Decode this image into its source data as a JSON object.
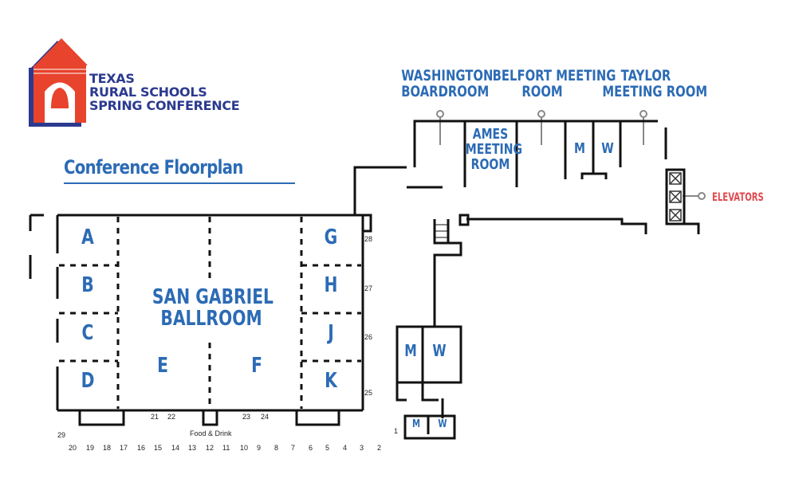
{
  "logo": {
    "lines": [
      "TEXAS",
      "RURAL SCHOOLS",
      "SPRING CONFERENCE"
    ],
    "colors": {
      "red": "#e8432c",
      "blue": "#2b3a8f"
    }
  },
  "title": "Conference Floorplan",
  "colors": {
    "room_label": "#2c6bb5",
    "elevator_label": "#e04a4f",
    "wall": "#111111"
  },
  "ballroom": {
    "name_line1": "SAN GABRIEL",
    "name_line2": "BALLROOM",
    "sections": [
      "A",
      "B",
      "C",
      "D",
      "E",
      "F",
      "G",
      "H",
      "J",
      "K"
    ]
  },
  "meeting_rooms": {
    "washington": [
      "WASHINGTON",
      "BOARDROOM"
    ],
    "belfort": [
      "BELFORT MEETING",
      "ROOM"
    ],
    "taylor": [
      "TAYLOR",
      "MEETING ROOM"
    ],
    "ames": [
      "AMES",
      "MEETING",
      "ROOM"
    ]
  },
  "restrooms": {
    "men": "M",
    "women": "W"
  },
  "elevators_label": "ELEVATORS",
  "food_label": "Food & Drink",
  "booths": {
    "bottom_row": [
      "20",
      "19",
      "18",
      "17",
      "16",
      "15",
      "14",
      "13",
      "12",
      "11",
      "10",
      "9",
      "8",
      "7",
      "6",
      "5",
      "4",
      "3",
      "2"
    ],
    "inner_row": [
      "21",
      "22",
      "23",
      "24"
    ],
    "right_side": [
      "28",
      "27",
      "26",
      "25"
    ],
    "misc": [
      "29",
      "1"
    ]
  }
}
